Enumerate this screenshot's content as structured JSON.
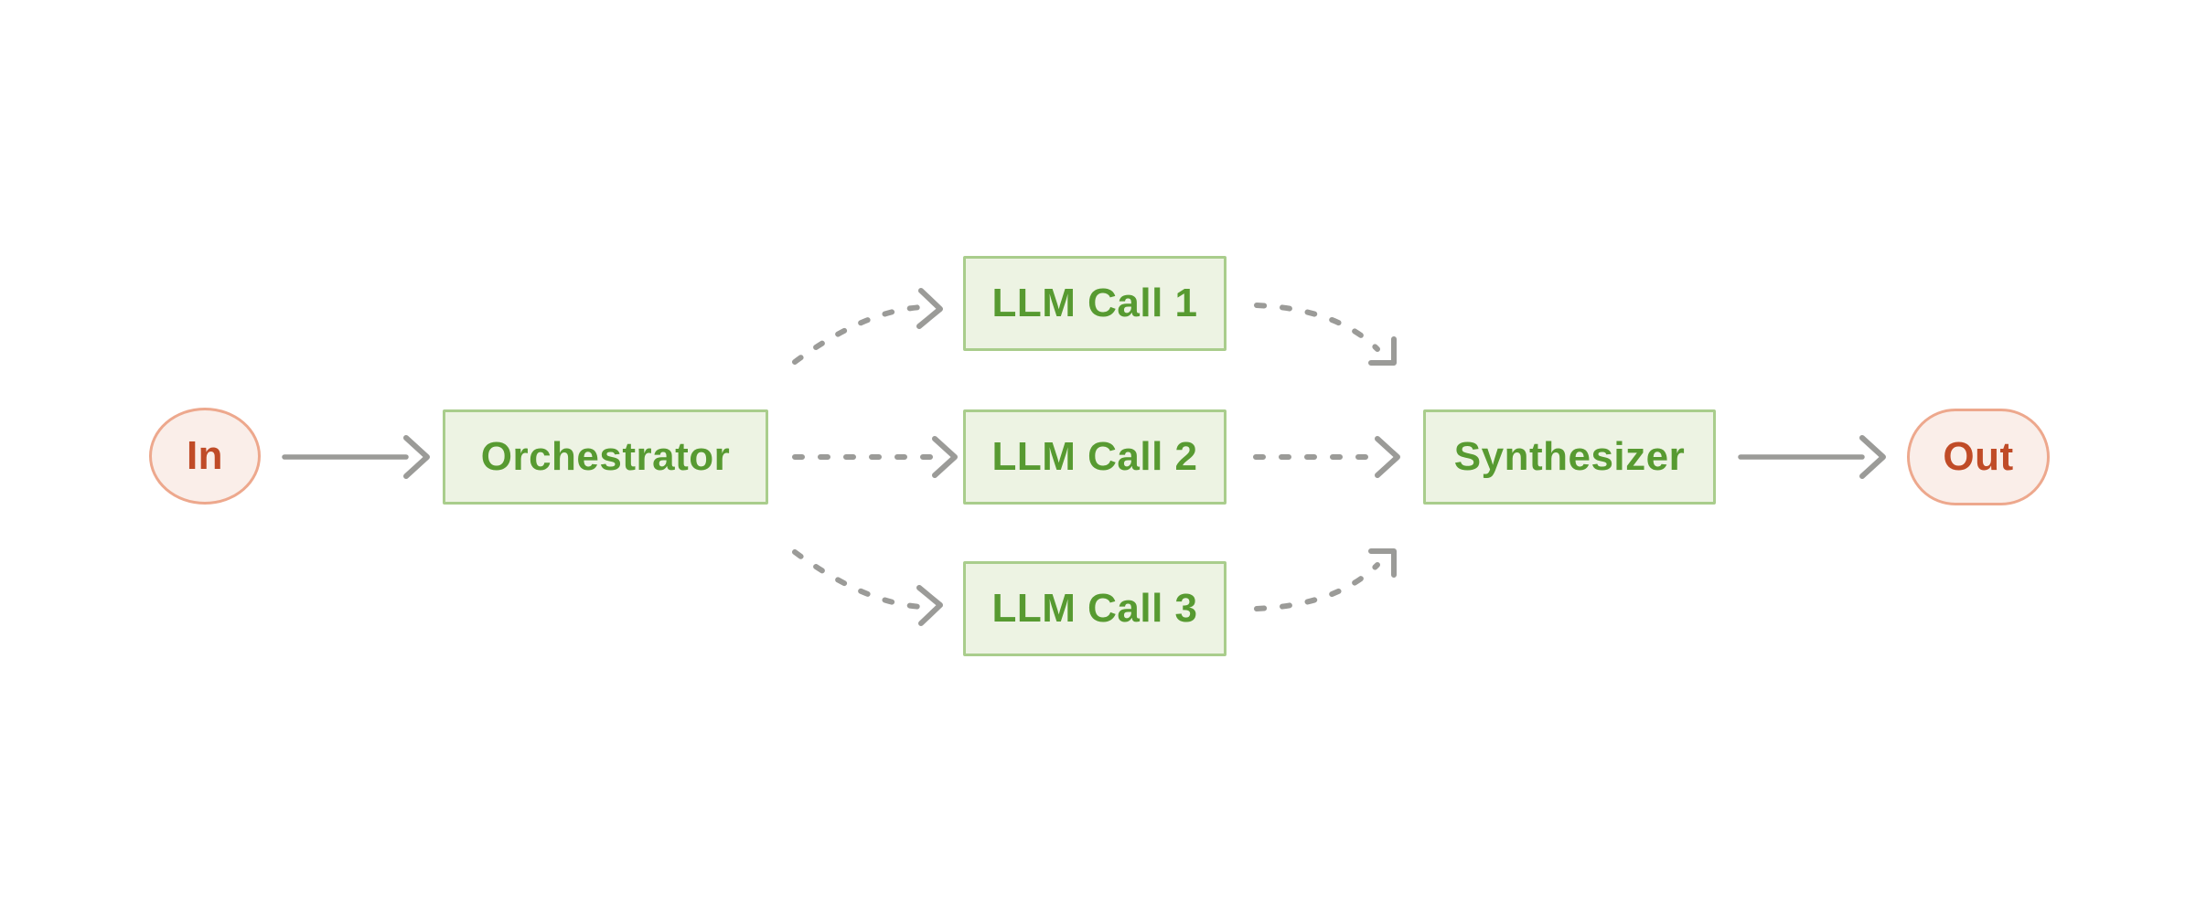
{
  "diagram": {
    "name": "orchestrator-workers-workflow",
    "nodes": {
      "in": {
        "label": "In",
        "shape": "circle",
        "role": "input"
      },
      "orchestrator": {
        "label": "Orchestrator",
        "shape": "rect",
        "role": "process"
      },
      "llm_call_1": {
        "label": "LLM Call 1",
        "shape": "rect",
        "role": "process"
      },
      "llm_call_2": {
        "label": "LLM Call 2",
        "shape": "rect",
        "role": "process"
      },
      "llm_call_3": {
        "label": "LLM Call 3",
        "shape": "rect",
        "role": "process"
      },
      "synthesizer": {
        "label": "Synthesizer",
        "shape": "rect",
        "role": "process"
      },
      "out": {
        "label": "Out",
        "shape": "pill",
        "role": "output"
      }
    },
    "edges": [
      {
        "from": "In",
        "to": "Orchestrator",
        "style": "solid"
      },
      {
        "from": "Orchestrator",
        "to": "LLM Call 1",
        "style": "dashed"
      },
      {
        "from": "Orchestrator",
        "to": "LLM Call 2",
        "style": "dashed"
      },
      {
        "from": "Orchestrator",
        "to": "LLM Call 3",
        "style": "dashed"
      },
      {
        "from": "LLM Call 1",
        "to": "Synthesizer",
        "style": "dashed"
      },
      {
        "from": "LLM Call 2",
        "to": "Synthesizer",
        "style": "dashed"
      },
      {
        "from": "LLM Call 3",
        "to": "Synthesizer",
        "style": "dashed"
      },
      {
        "from": "Synthesizer",
        "to": "Out",
        "style": "solid"
      }
    ],
    "colors": {
      "background": "#ffffff",
      "process_fill": "#edf3e3",
      "process_border": "#a9cd8c",
      "process_text": "#579a31",
      "terminal_fill": "#faeee9",
      "terminal_border": "#eda88d",
      "terminal_text": "#c04b27",
      "arrow": "#9b9b98"
    }
  }
}
